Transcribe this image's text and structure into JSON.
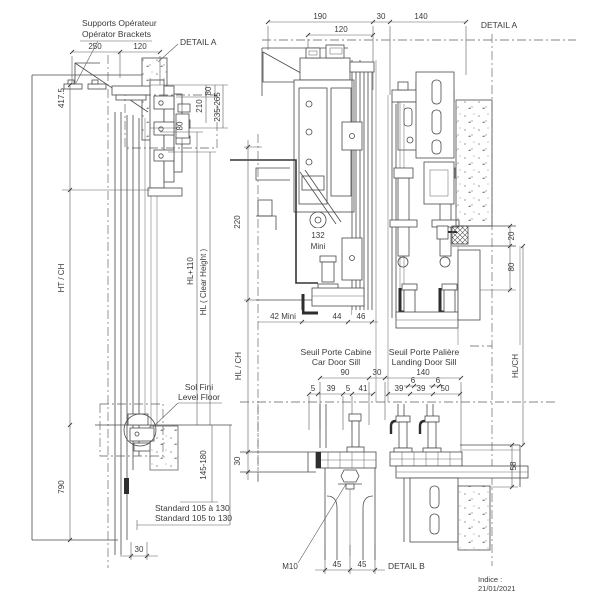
{
  "drawing": {
    "detail_a_label_left": "DETAIL A",
    "detail_a_label_right": "DETAIL A",
    "detail_b_label": "DETAIL B",
    "revision": {
      "label": "Indice :",
      "date": "21/01/2021"
    },
    "left_view": {
      "operator_label_fr": "Supports Opérateur",
      "operator_label_en": "Opérator Brackets",
      "floor_label_fr": "Sol Fini",
      "floor_label_en": "Level Floor",
      "standard_fr": "Standard  105 à 130",
      "standard_en": "Standard 105 to 130",
      "dims": {
        "top_w1": "250",
        "top_w2": "120",
        "h_total_top": "417.5",
        "d80_top": "80",
        "d235": "235-265",
        "d210": "210",
        "d80_box": "80",
        "ht_ch": "HT / CH",
        "hl110": "HL+110",
        "hl_clear": "HL ( Clear Height )",
        "d790": "790",
        "d145": "145-180",
        "d30_bottom": "30"
      }
    },
    "section_view": {
      "dims": {
        "w190": "190",
        "w30": "30",
        "w140": "140",
        "w120": "120",
        "h220": "220",
        "d20": "20",
        "d80": "80",
        "min132a": "132",
        "min132b": "Mini",
        "min42": "42 Mini",
        "d44": "44",
        "d46": "46",
        "hl_ch_left": "HL / CH",
        "hl_ch_right": "HL/CH"
      },
      "car_sill_fr": "Seuil Porte Cabine",
      "car_sill_en": "Car Door Sill",
      "landing_sill_fr": "Seuil Porte Palière",
      "landing_sill_en": "Landing Door Sill"
    },
    "sill_view": {
      "dims": {
        "w90": "90",
        "w30": "30",
        "w140": "140",
        "car": [
          "5",
          "39",
          "5",
          "41"
        ],
        "landing": [
          "39",
          "39",
          "50"
        ],
        "d6a": "6",
        "d6b": "6",
        "d30_left": "30",
        "d58": "58",
        "bolt": "M10",
        "d45a": "45",
        "d45b": "45"
      }
    }
  }
}
